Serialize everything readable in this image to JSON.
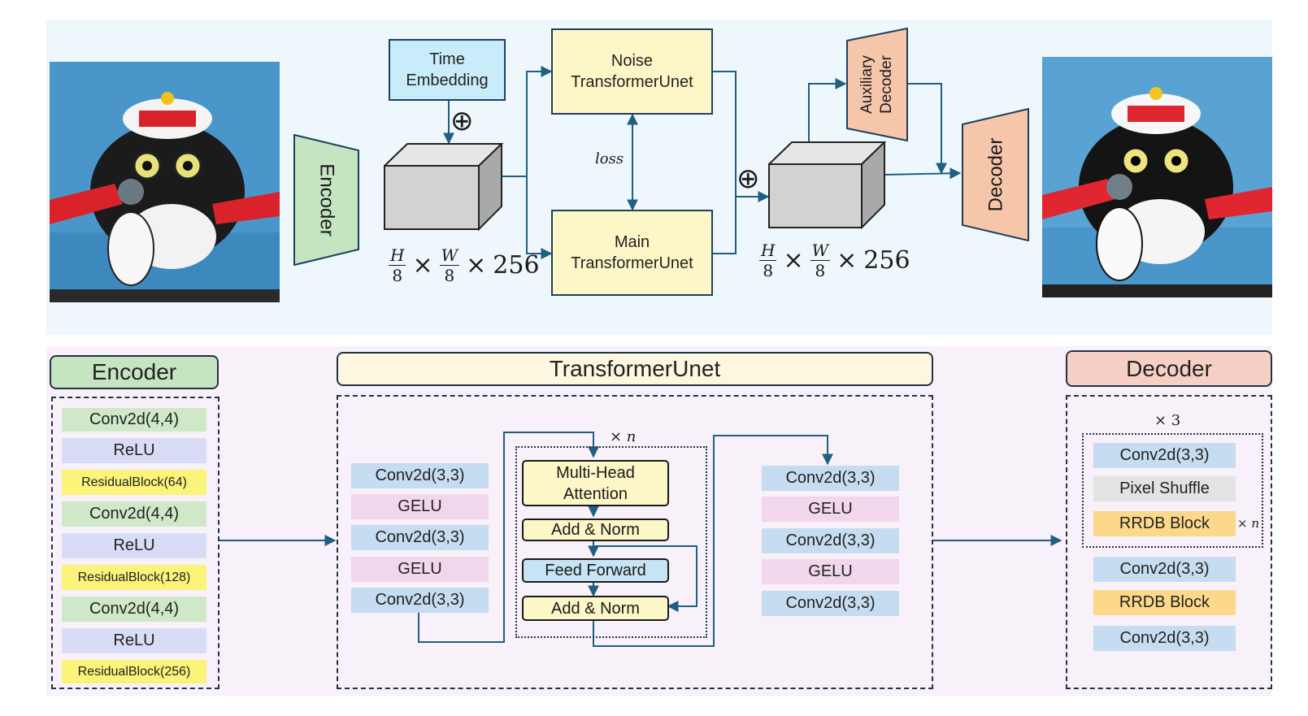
{
  "top": {
    "encoder_label": "Encoder",
    "decoder_label": "Decoder",
    "time_embedding": "Time Embedding",
    "noise_unet": "Noise TransformerUnet",
    "main_unet": "Main TransformerUnet",
    "loss_label": "loss",
    "aux_decoder": "Auxiliary Decoder",
    "plus_symbol": "⊕",
    "latent_dims": {
      "h": "H",
      "w": "W",
      "denom": "8",
      "times": "×",
      "channels": "256"
    }
  },
  "encoder": {
    "title": "Encoder",
    "layers": [
      "Conv2d(4,4)",
      "ReLU",
      "ResidualBlock(64)",
      "Conv2d(4,4)",
      "ReLU",
      "ResidualBlock(128)",
      "Conv2d(4,4)",
      "ReLU",
      "ResidualBlock(256)"
    ]
  },
  "unet": {
    "title": "TransformerUnet",
    "left_layers": [
      "Conv2d(3,3)",
      "GELU",
      "Conv2d(3,3)",
      "GELU",
      "Conv2d(3,3)"
    ],
    "right_layers": [
      "Conv2d(3,3)",
      "GELU",
      "Conv2d(3,3)",
      "GELU",
      "Conv2d(3,3)"
    ],
    "block_repeat": "× n",
    "attention": "Multi-Head Attention",
    "addnorm1": "Add & Norm",
    "feedforward": "Feed Forward",
    "addnorm2": "Add & Norm"
  },
  "decoder": {
    "title": "Decoder",
    "repeat": "× 3",
    "inner_layers": [
      "Conv2d(3,3)",
      "Pixel Shuffle",
      "RRDB Block"
    ],
    "inner_repeat": "× n",
    "outer_layers": [
      "Conv2d(3,3)",
      "RRDB Block",
      "Conv2d(3,3)"
    ]
  },
  "colors": {
    "arrow": "#1f5f82",
    "encoder": "#c5e5c0",
    "decoder": "#f6c6ab",
    "unet": "#fdf7c7",
    "time_embedding": "#c9ecfa"
  }
}
